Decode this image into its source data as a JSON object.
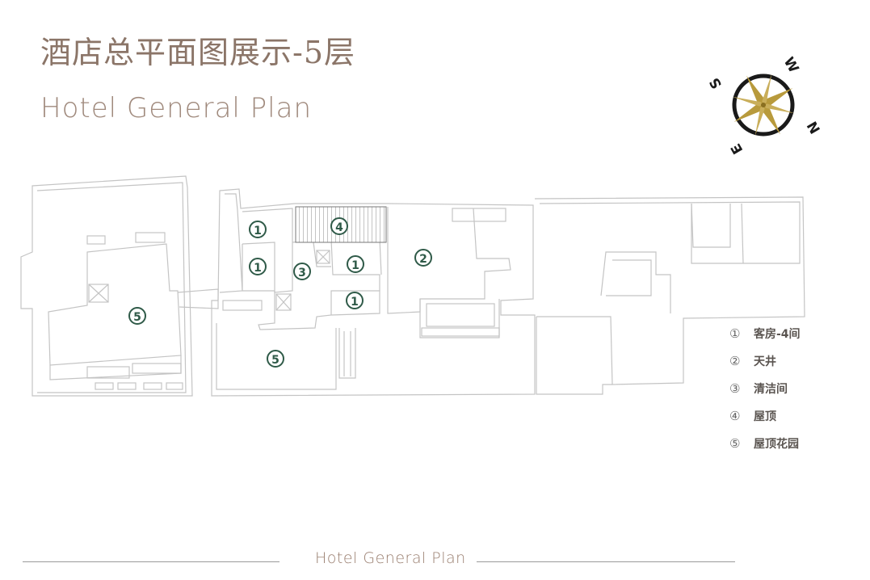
{
  "header": {
    "title_cn": "酒店总平面图展示-5层",
    "title_en": "Hotel General Plan"
  },
  "compass": {
    "labels": [
      "W",
      "N",
      "E",
      "S"
    ],
    "accent": "#b89a3c"
  },
  "plan": {
    "markers": [
      {
        "id": "m1a",
        "label": "1"
      },
      {
        "id": "m1b",
        "label": "1"
      },
      {
        "id": "m1c",
        "label": "1"
      },
      {
        "id": "m1d",
        "label": "1"
      },
      {
        "id": "m2",
        "label": "2"
      },
      {
        "id": "m3",
        "label": "3"
      },
      {
        "id": "m4",
        "label": "4"
      },
      {
        "id": "m5a",
        "label": "5"
      },
      {
        "id": "m5b",
        "label": "5"
      }
    ],
    "marker_color": "#2f5a48"
  },
  "legend": {
    "items": [
      {
        "num": "①",
        "label": "客房-4间"
      },
      {
        "num": "②",
        "label": "天井"
      },
      {
        "num": "③",
        "label": "清洁间"
      },
      {
        "num": "④",
        "label": "屋顶"
      },
      {
        "num": "⑤",
        "label": "屋顶花园"
      }
    ]
  },
  "footer": {
    "text": "Hotel General Plan"
  }
}
